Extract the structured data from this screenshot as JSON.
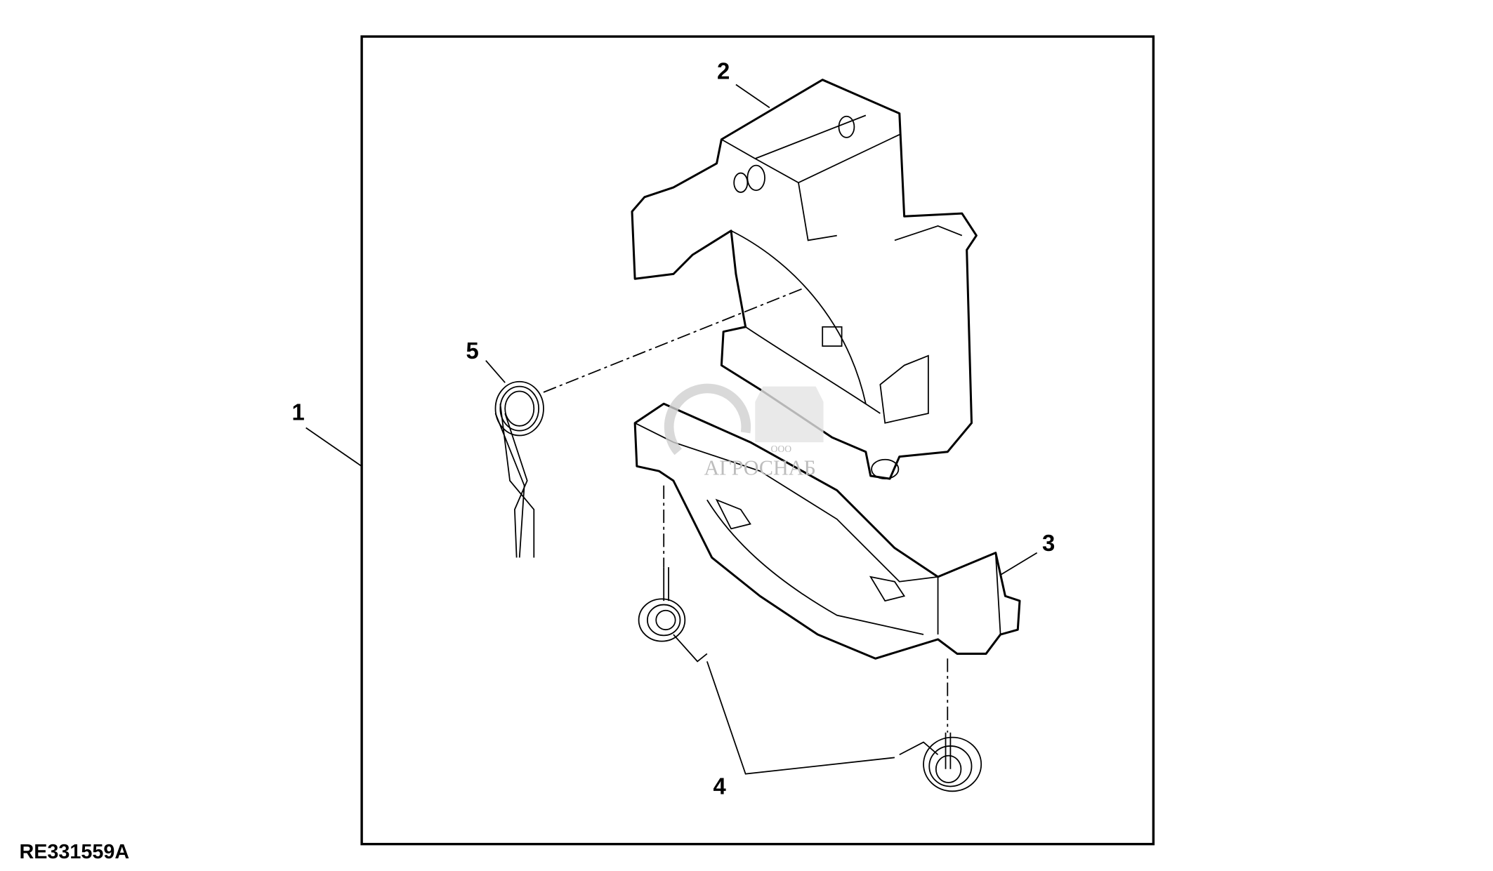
{
  "figure_id": "RE331559A",
  "callouts": [
    "1",
    "2",
    "3",
    "4",
    "5"
  ],
  "watermark": {
    "prefix": "ООО",
    "name": "АГРОСНАБ"
  },
  "colors": {
    "line": "#000000",
    "watermark": "#bdbdbd"
  }
}
